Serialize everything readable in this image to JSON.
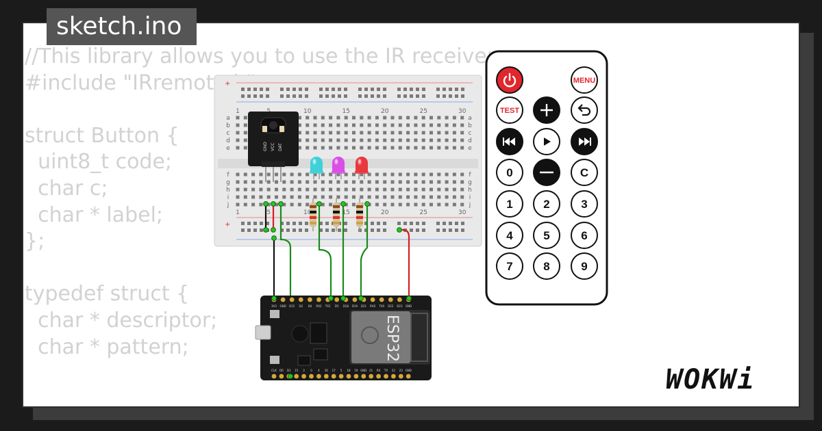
{
  "window": {
    "file_tab": "sketch.ino"
  },
  "code_lines": [
    "//This library allows you to use the IR receiver",
    "#include \"IRremote.h\"",
    "",
    "struct Button {",
    "  uint8_t code;",
    "  char c;",
    "  char * label;",
    "};",
    "",
    "typedef struct {",
    "  char * descriptor;",
    "  char * pattern;"
  ],
  "breadboard": {
    "column_labels": [
      "1",
      "5",
      "10",
      "15",
      "20",
      "25",
      "30"
    ],
    "row_labels_top": [
      "a",
      "b",
      "c",
      "d",
      "e"
    ],
    "row_labels_bottom": [
      "f",
      "g",
      "h",
      "i",
      "j"
    ]
  },
  "ir_receiver": {
    "pin_labels": [
      "GND",
      "VCC",
      "DAT"
    ]
  },
  "leds": [
    {
      "color": "#3fd0d8"
    },
    {
      "color": "#d94fe8"
    },
    {
      "color": "#e8383d"
    }
  ],
  "esp32": {
    "chip_label": "ESP32",
    "top_pins": [
      "3V3",
      "GND",
      "D15",
      "D2",
      "D4",
      "RX2",
      "TX2",
      "D5",
      "D18",
      "D19",
      "D21",
      "RX0",
      "TX0",
      "D22",
      "D23",
      "GND"
    ],
    "bottom_pins": [
      "CLK",
      "D0",
      "D1",
      "15",
      "2",
      "0",
      "4",
      "16",
      "17",
      "5",
      "18",
      "19",
      "GND",
      "21",
      "RX",
      "TX",
      "22",
      "23",
      "GND"
    ]
  },
  "remote": {
    "buttons": [
      {
        "label": "",
        "icon": "power-icon",
        "style": "red"
      },
      {
        "label": "",
        "icon": "",
        "style": "blank"
      },
      {
        "label": "MENU",
        "icon": "",
        "style": "red-text"
      },
      {
        "label": "TEST",
        "icon": "",
        "style": "red-text"
      },
      {
        "label": "",
        "icon": "plus-icon",
        "style": "dark"
      },
      {
        "label": "",
        "icon": "back-icon",
        "style": "light"
      },
      {
        "label": "",
        "icon": "rewind-icon",
        "style": "dark"
      },
      {
        "label": "",
        "icon": "play-icon",
        "style": "light"
      },
      {
        "label": "",
        "icon": "forward-icon",
        "style": "dark"
      },
      {
        "label": "0",
        "icon": "",
        "style": "light"
      },
      {
        "label": "",
        "icon": "minus-icon",
        "style": "dark"
      },
      {
        "label": "C",
        "icon": "",
        "style": "light"
      },
      {
        "label": "1",
        "icon": "",
        "style": "light"
      },
      {
        "label": "2",
        "icon": "",
        "style": "light"
      },
      {
        "label": "3",
        "icon": "",
        "style": "light"
      },
      {
        "label": "4",
        "icon": "",
        "style": "light"
      },
      {
        "label": "5",
        "icon": "",
        "style": "light"
      },
      {
        "label": "6",
        "icon": "",
        "style": "light"
      },
      {
        "label": "7",
        "icon": "",
        "style": "light"
      },
      {
        "label": "8",
        "icon": "",
        "style": "light"
      },
      {
        "label": "9",
        "icon": "",
        "style": "light"
      }
    ]
  },
  "brand": {
    "logo": "WOKWi"
  },
  "colors": {
    "wire_green": "#1a8a1a",
    "wire_red": "#d61f1f",
    "wire_black": "#111111",
    "remote_red": "#e1262d",
    "board_black": "#1a1a1a"
  }
}
